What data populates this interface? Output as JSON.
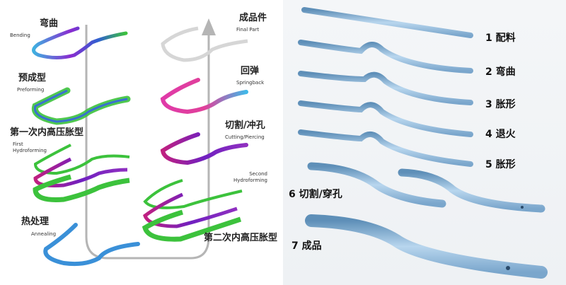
{
  "left_diagram": {
    "stages": [
      {
        "zh": "弯曲",
        "en": "Bending"
      },
      {
        "zh": "预成型",
        "en": "Preforming"
      },
      {
        "zh": "第一次内高压胀型",
        "en": "First Hydroforming"
      },
      {
        "zh": "热处理",
        "en": "Annealing"
      },
      {
        "zh": "第二次内高压胀型",
        "en": "Second Hydroforming"
      },
      {
        "zh": "切割/冲孔",
        "en": "Cutting/Piercing"
      },
      {
        "zh": "回弹",
        "en": "Springback"
      },
      {
        "zh": "成品件",
        "en": "Final Part"
      }
    ]
  },
  "right_diagram": {
    "steps": [
      "1 配料",
      "2 弯曲",
      "3 胀形",
      "4 退火",
      "5 胀形",
      "6 切割/穿孔",
      "7 成品"
    ]
  },
  "colors": {
    "flow_arrow": "#b5b5b5",
    "tube_blue": "#8fb8d8",
    "green": "#3cc23c",
    "magenta": "#e03aa8"
  }
}
